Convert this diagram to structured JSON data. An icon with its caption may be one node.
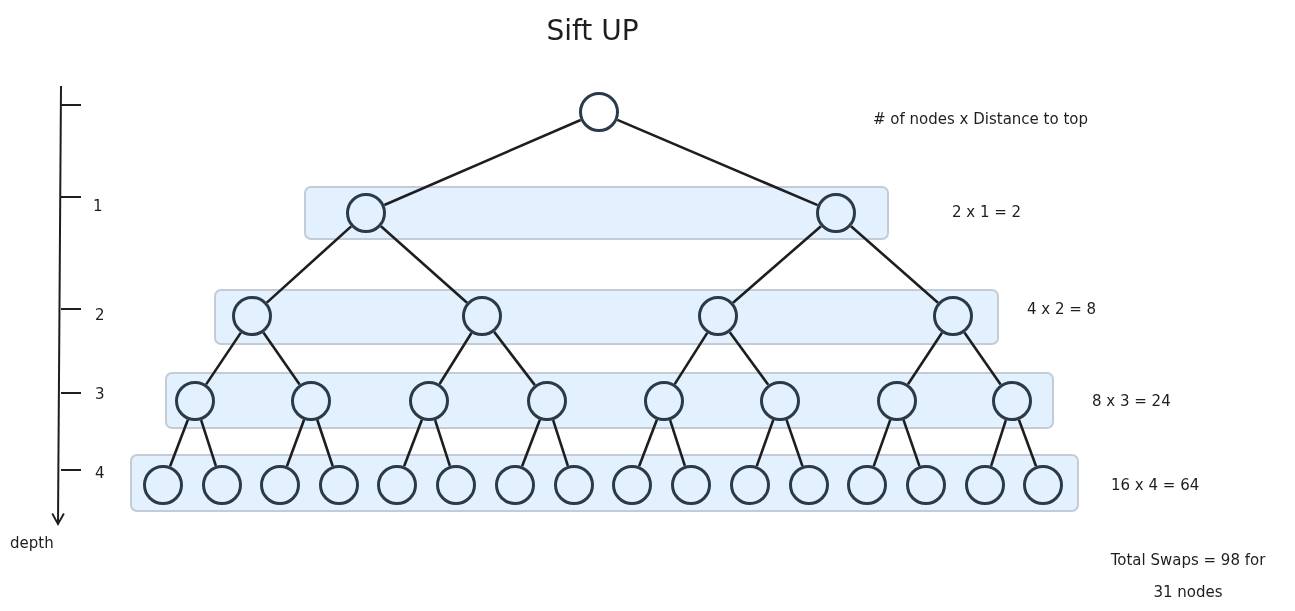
{
  "diagram": {
    "title": "Sift UP",
    "nodes": [
      {
        "text": [],
        "shape": "circle"
      },
      {
        "text": [],
        "shape": "box"
      },
      {
        "text": [],
        "shape": "circle",
        "in": 1
      },
      {
        "text": [],
        "shape": "circle",
        "in": 1
      },
      {
        "text": [],
        "shape": "box"
      },
      {
        "text": [],
        "shape": "circle",
        "in": 4
      },
      {
        "text": [],
        "shape": "circle",
        "in": 4
      },
      {
        "text": [],
        "shape": "circle",
        "in": 4
      },
      {
        "text": [],
        "shape": "circle",
        "in": 4
      },
      {
        "text": [],
        "shape": "box"
      },
      {
        "text": [],
        "shape": "circle",
        "in": 9
      },
      {
        "text": [],
        "shape": "circle",
        "in": 9
      },
      {
        "text": [],
        "shape": "circle",
        "in": 9
      },
      {
        "text": [],
        "shape": "circle",
        "in": 9
      },
      {
        "text": [],
        "shape": "circle",
        "in": 9
      },
      {
        "text": [],
        "shape": "circle",
        "in": 9
      },
      {
        "text": [],
        "shape": "circle",
        "in": 9
      },
      {
        "text": [],
        "shape": "circle",
        "in": 9
      },
      {
        "text": [],
        "shape": "box"
      },
      {
        "text": [],
        "shape": "circle",
        "in": 18
      },
      {
        "text": [],
        "shape": "circle",
        "in": 18
      },
      {
        "text": [],
        "shape": "circle",
        "in": 18
      },
      {
        "text": [],
        "shape": "circle",
        "in": 18
      },
      {
        "text": [],
        "shape": "circle",
        "in": 18
      },
      {
        "text": [],
        "shape": "circle",
        "in": 18
      },
      {
        "text": [],
        "shape": "circle",
        "in": 18
      },
      {
        "text": [],
        "shape": "circle",
        "in": 18
      },
      {
        "text": [],
        "shape": "circle",
        "in": 18
      },
      {
        "text": [],
        "shape": "circle",
        "in": 18
      },
      {
        "text": [],
        "shape": "circle",
        "in": 18
      },
      {
        "text": [],
        "shape": "circle",
        "in": 18
      },
      {
        "text": [],
        "shape": "circle",
        "in": 18
      },
      {
        "text": [],
        "shape": "circle",
        "in": 18
      },
      {
        "text": [],
        "shape": "circle",
        "in": 18
      },
      {
        "text": [],
        "shape": "circle",
        "in": 18
      }
    ],
    "edges": [
      {
        "from": 0,
        "to": 2,
        "arrow": "none"
      },
      {
        "from": 0,
        "to": 3,
        "arrow": "none"
      },
      {
        "from": 2,
        "to": 5,
        "arrow": "none"
      },
      {
        "from": 2,
        "to": 6,
        "arrow": "none"
      },
      {
        "from": 3,
        "to": 7,
        "arrow": "none"
      },
      {
        "from": 3,
        "to": 8,
        "arrow": "none"
      },
      {
        "from": 5,
        "to": 10,
        "arrow": "none"
      },
      {
        "from": 5,
        "to": 11,
        "arrow": "none"
      },
      {
        "from": 6,
        "to": 12,
        "arrow": "none"
      },
      {
        "from": 6,
        "to": 13,
        "arrow": "none"
      },
      {
        "from": 7,
        "to": 14,
        "arrow": "none"
      },
      {
        "from": 7,
        "to": 15,
        "arrow": "none"
      },
      {
        "from": 8,
        "to": 16,
        "arrow": "none"
      },
      {
        "from": 8,
        "to": 17,
        "arrow": "none"
      },
      {
        "from": 10,
        "to": 19,
        "arrow": "none"
      },
      {
        "from": 10,
        "to": 20,
        "arrow": "none"
      },
      {
        "from": 11,
        "to": 21,
        "arrow": "none"
      },
      {
        "from": 11,
        "to": 22,
        "arrow": "none"
      },
      {
        "from": 12,
        "to": 23,
        "arrow": "none"
      },
      {
        "from": 12,
        "to": 24,
        "arrow": "none"
      },
      {
        "from": 13,
        "to": 25,
        "arrow": "none"
      },
      {
        "from": 13,
        "to": 26,
        "arrow": "none"
      },
      {
        "from": 14,
        "to": 27,
        "arrow": "none"
      },
      {
        "from": 14,
        "to": 28,
        "arrow": "none"
      },
      {
        "from": 15,
        "to": 29,
        "arrow": "none"
      },
      {
        "from": 15,
        "to": 30,
        "arrow": "none"
      },
      {
        "from": 16,
        "to": 31,
        "arrow": "none"
      },
      {
        "from": 16,
        "to": 32,
        "arrow": "none"
      },
      {
        "from": 17,
        "to": 33,
        "arrow": "none"
      },
      {
        "from": 17,
        "to": 34,
        "arrow": "none"
      }
    ],
    "labels": [
      "# of nodes x Distance to top",
      "1",
      "2 x 1 = 2",
      "2",
      "4 x 2 = 8",
      "3",
      "8 x 3 = 24",
      "4",
      "16 x 4 = 64",
      "depth",
      "Total Swaps = 98 for 31 nodes"
    ]
  }
}
